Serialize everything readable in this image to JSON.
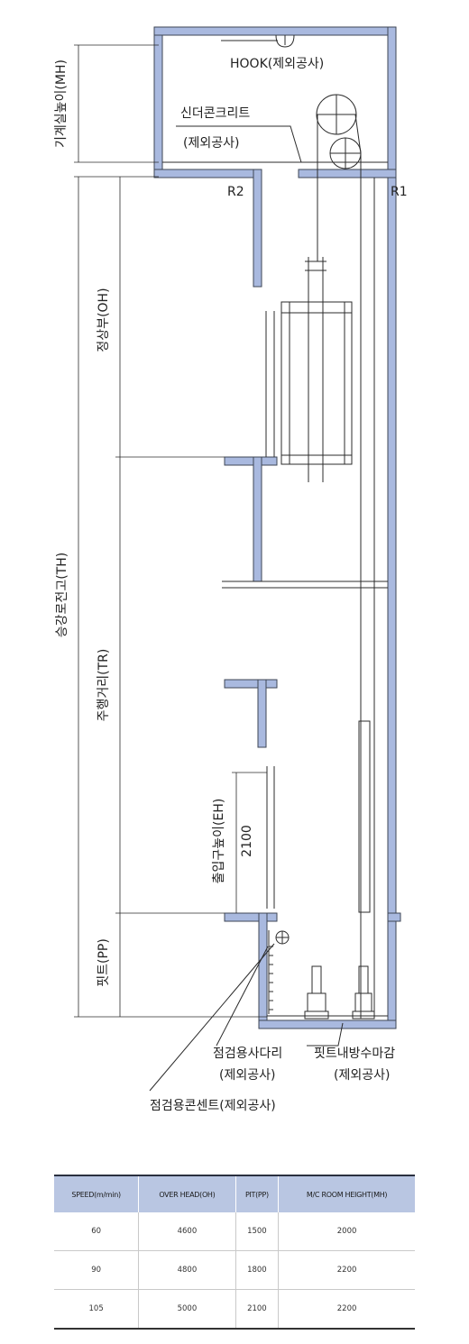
{
  "colors": {
    "wall_fill": "#a9b9df",
    "wall_stroke": "#3e4656",
    "line": "#2b2b2b"
  },
  "labels": {
    "mh": "기계실높이(MH)",
    "hook": "HOOK(제외공사)",
    "cinder_line1": "신더콘크리트",
    "cinder_line2": "(제외공사)",
    "r2": "R2",
    "r1": "R1",
    "oh": "정상부(OH)",
    "th": "승강로전고(TH)",
    "tr": "주행거리(TR)",
    "eh": "출입구높이(EH)",
    "eh_value": "2100",
    "pp": "핏트(PP)",
    "ladder_line1": "점검용사다리",
    "ladder_line2": "(제외공사)",
    "waterproof_line1": "핏트내방수마감",
    "waterproof_line2": "(제외공사)",
    "outlet": "점검용콘센트(제외공사)"
  },
  "table": {
    "headers": [
      "SPEED(m/min)",
      "OVER HEAD(OH)",
      "PIT(PP)",
      "M/C ROOM HEIGHT(MH)"
    ],
    "rows": [
      [
        "60",
        "4600",
        "1500",
        "2000"
      ],
      [
        "90",
        "4800",
        "1800",
        "2200"
      ],
      [
        "105",
        "5000",
        "2100",
        "2200"
      ]
    ]
  }
}
